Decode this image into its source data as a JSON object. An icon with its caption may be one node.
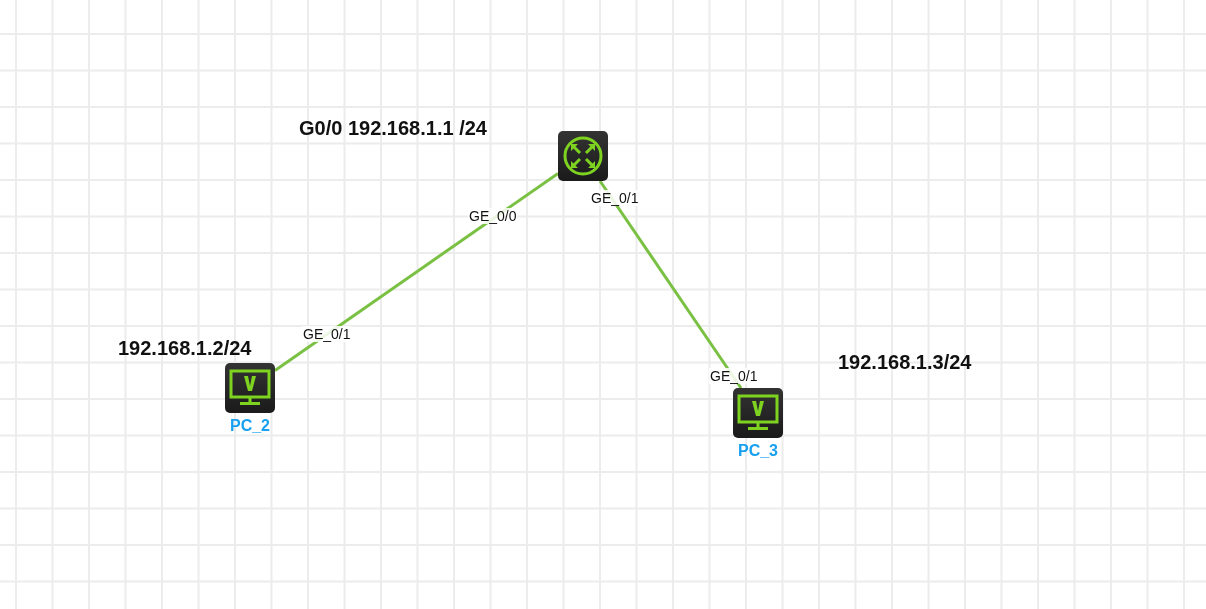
{
  "diagram": {
    "nodes": [
      {
        "text": [],
        "shape": "picture"
      },
      {
        "text": [
          "PC_2"
        ]
      },
      {
        "text": [
          "PC_3"
        ]
      }
    ],
    "edges": [
      {
        "from": 0,
        "to": 1,
        "arrow": "none"
      },
      {
        "from": 0,
        "to": 2,
        "arrow": "none"
      }
    ],
    "labels": [
      "G0/0 192.168.1.1 /24",
      "GE_0/1",
      "GE_0/0",
      "GE_0/1",
      "192.168.1.2/24",
      "192.168.1.3/24",
      "GE_0/1"
    ]
  }
}
